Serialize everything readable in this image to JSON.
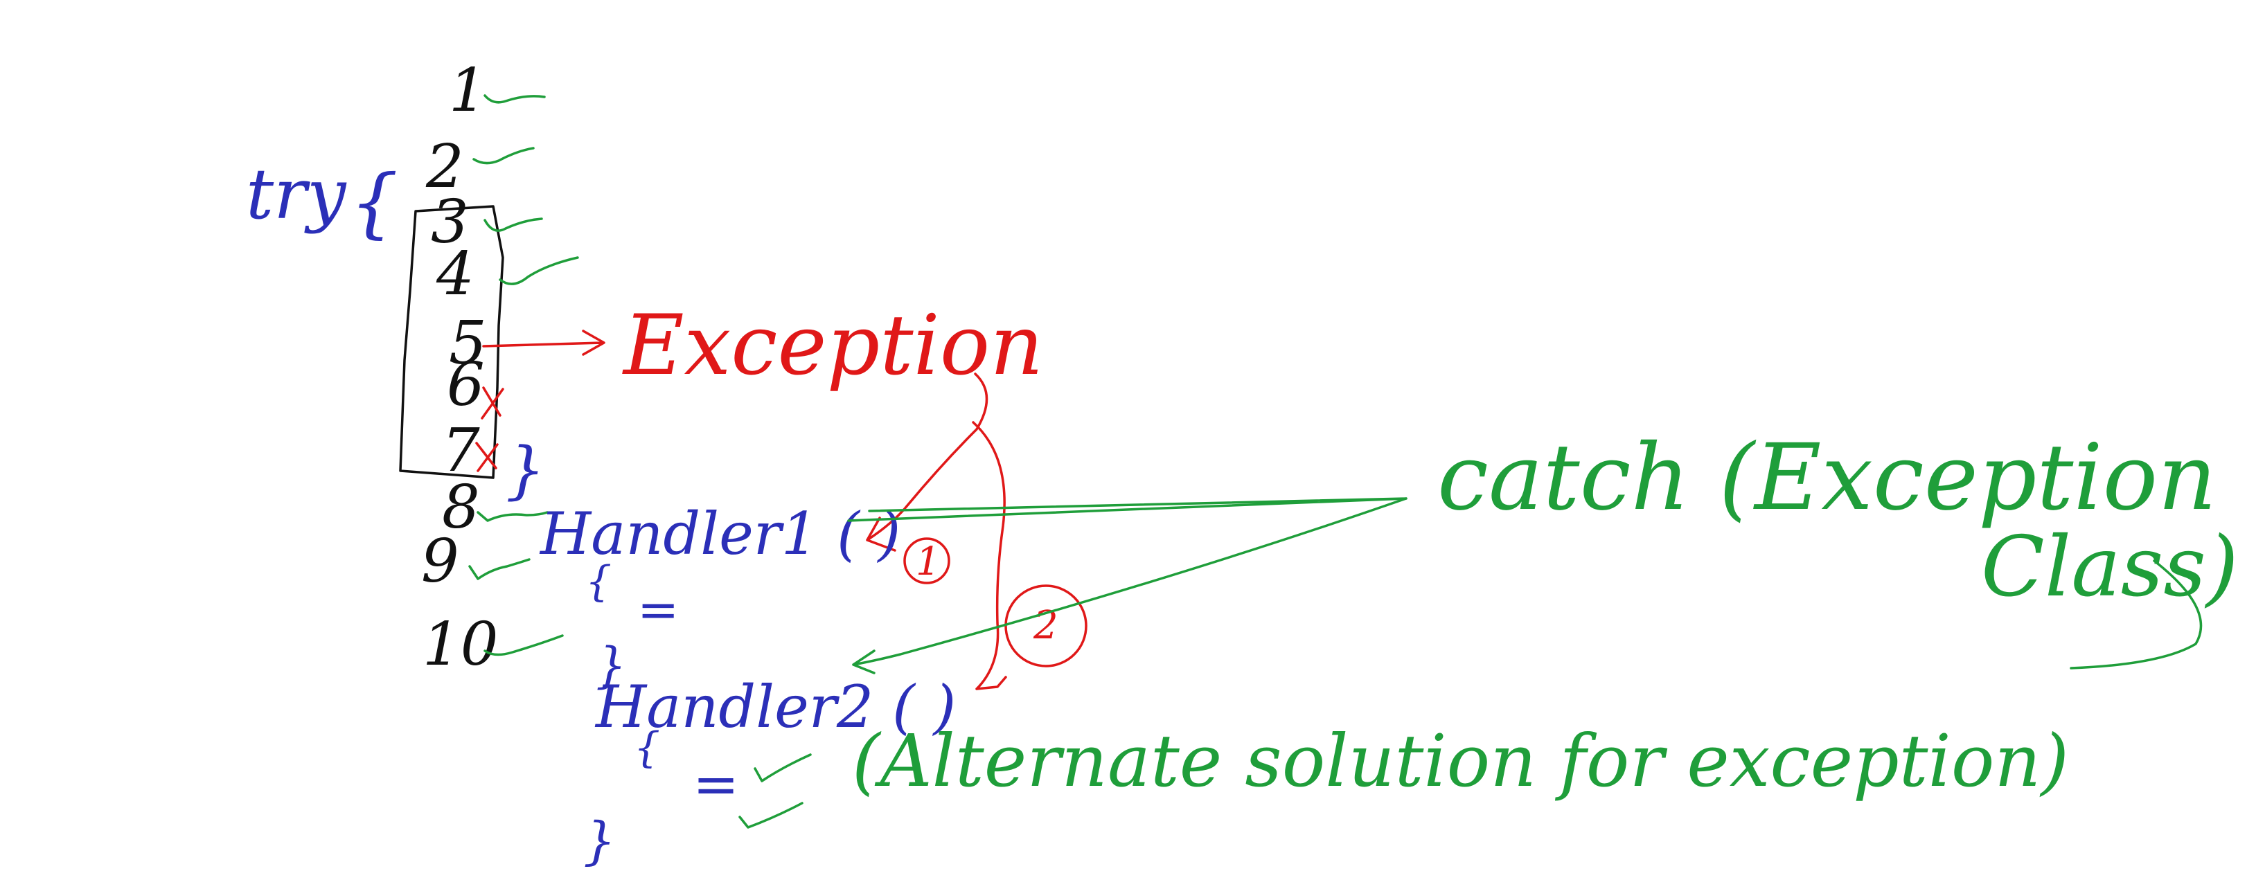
{
  "lines": [
    "1",
    "2",
    "3",
    "4",
    "5",
    "6",
    "7",
    "8",
    "9",
    "10"
  ],
  "try_label": "try",
  "try_open_brace": "{",
  "try_close_brace": "}",
  "exception_label": "Exception",
  "catch_label": "catch (Exception",
  "catch_label_2": "Class)",
  "handler1": {
    "label": "Handler1 ( )",
    "open_brace": "{",
    "body": "=",
    "close_brace": "}",
    "marker": "1"
  },
  "handler2": {
    "label": "Handler2 ( )",
    "open_brace": "{",
    "body": "=",
    "close_brace": "}",
    "marker": "2"
  },
  "alternate_note": "(Alternate solution for exception)",
  "colors": {
    "ink": "#111111",
    "try_blue": "#2b2fb8",
    "exception_red": "#e01818",
    "catch_green": "#1f9e3a"
  }
}
